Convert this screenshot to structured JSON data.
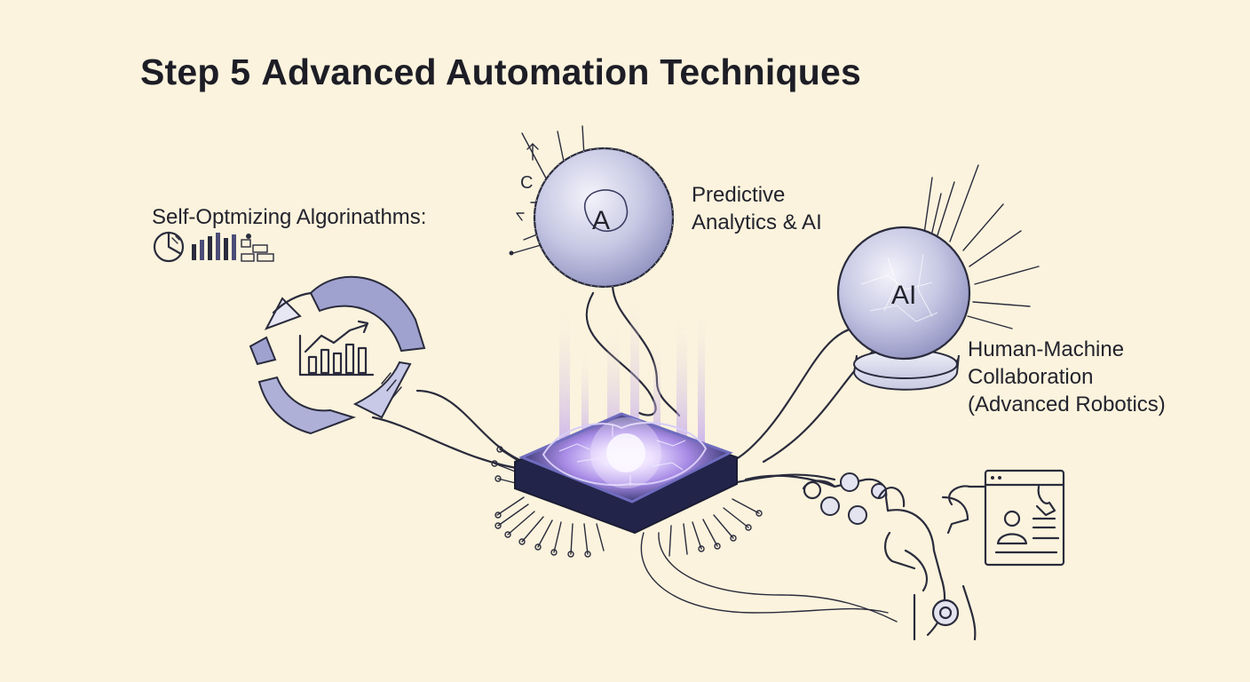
{
  "title": {
    "step": "Step 5",
    "text": "Advanced Automation Techniques"
  },
  "labels": {
    "self_optimizing": "Self-Optmizing Algorinathms:",
    "predictive_line1": "Predictive",
    "predictive_line2": "Analytics & AI",
    "human_line1": "Human-Machine",
    "human_line2": "Collaboration",
    "human_line3": "(Advanced Robotics)"
  },
  "sphere_labels": {
    "predictive": "A",
    "human": "AI"
  },
  "icons": [
    "pie-chart-icon",
    "bar-chart-icon",
    "blocks-icon",
    "cycle-arrows-icon",
    "growth-chart-icon",
    "ai-chip-icon",
    "robot-hand-icon",
    "touchscreen-icon"
  ],
  "colors": {
    "background": "#fbf3dd",
    "ink": "#2a2b3d",
    "sphere": "#b9bbdc",
    "glow": "#c9a8f5"
  }
}
